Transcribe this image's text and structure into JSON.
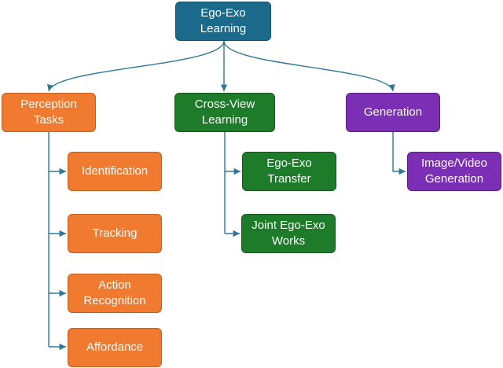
{
  "colors": {
    "root_fill": "#1B6A8C",
    "root_border": "#154F68",
    "perception_fill": "#EF7A30",
    "perception_border": "#C45E1E",
    "cross_fill": "#1E7B2A",
    "cross_border": "#17541E",
    "generation_fill": "#7A2FB5",
    "generation_border": "#5A1E88",
    "connector": "#2E7896"
  },
  "nodes": {
    "root": "Ego-Exo\nLearning",
    "perception": "Perception\nTasks",
    "cross_view": "Cross-View\nLearning",
    "generation": "Generation",
    "identification": "Identification",
    "tracking": "Tracking",
    "action_recognition": "Action\nRecognition",
    "affordance": "Affordance",
    "ego_exo_transfer": "Ego-Exo\nTransfer",
    "joint_ego_exo_works": "Joint Ego-Exo\nWorks",
    "image_video_generation": "Image/Video\nGeneration"
  }
}
